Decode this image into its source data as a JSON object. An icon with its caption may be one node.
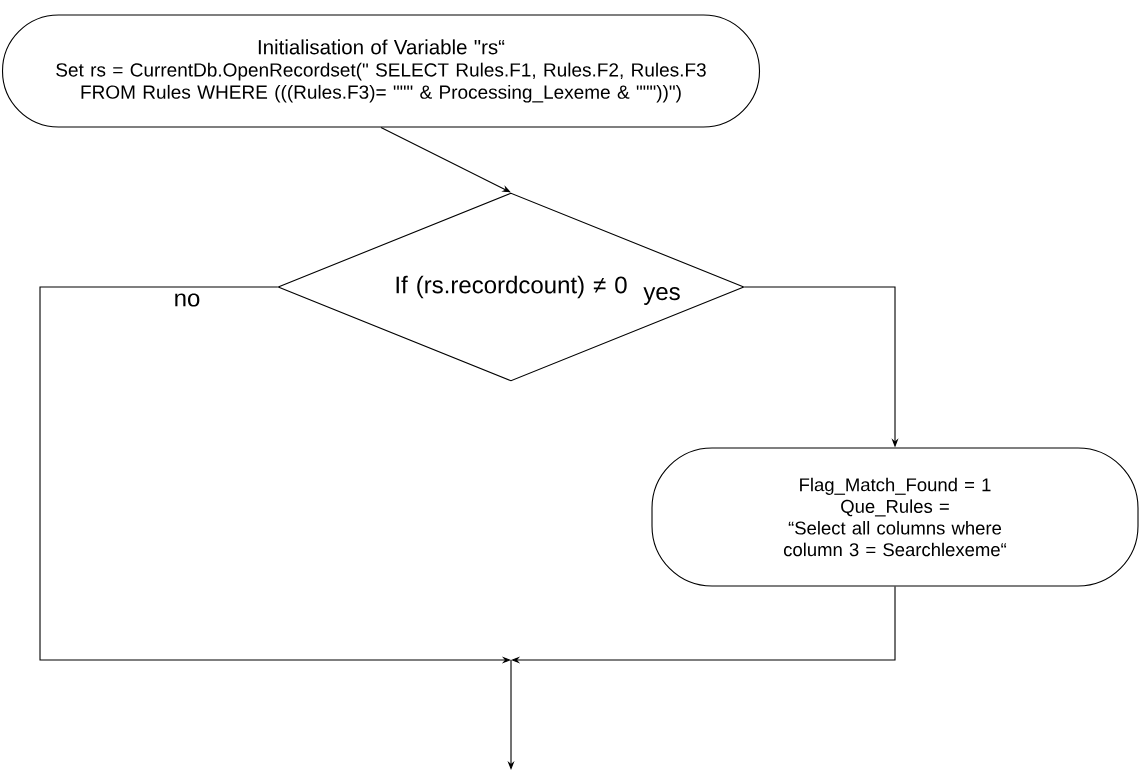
{
  "diagram": {
    "nodes": [
      {
        "text": [
          "Initialisation of Variable \"rs“",
          "Set rs = CurrentDb.OpenRecordset(\" SELECT Rules.F1, Rules.F2, Rules.F3 FROM Rules WHERE (((Rules.F3)= \"\"\" & Processing_Lexeme & \"\"\"))\")"
        ]
      },
      {
        "text": [
          "If (rs.recordcount) ≠ 0"
        ]
      },
      {
        "text": [
          "Flag_Match_Found = 1",
          "Que_Rules =",
          "“Select all columns where column 3 = Searchlexeme“"
        ]
      }
    ],
    "edges": [
      {
        "from": 0,
        "to": 1,
        "arrow": "to"
      },
      {
        "from": 1,
        "to": 2,
        "arrow": "to",
        "label": "yes"
      },
      {
        "from": 1,
        "to": null,
        "arrow": "to",
        "label": "no"
      },
      {
        "from": 2,
        "to": null,
        "arrow": "to"
      }
    ]
  }
}
